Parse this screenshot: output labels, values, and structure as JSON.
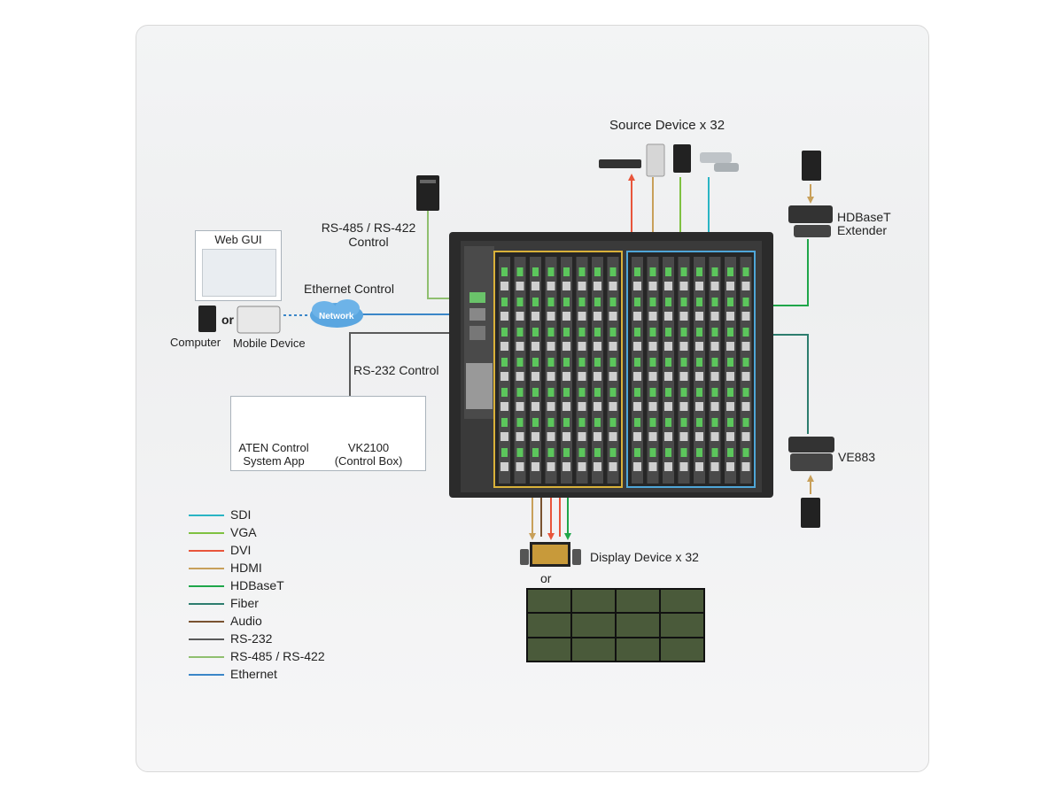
{
  "labels": {
    "source": "Source Device x 32",
    "rs485": "RS-485 / RS-422",
    "rs485_control": "Control",
    "ethernet_control": "Ethernet Control",
    "network": "Network",
    "web_gui": "Web GUI",
    "or": "or",
    "computer": "Computer",
    "mobile_device": "Mobile Device",
    "rs232_control": "RS-232 Control",
    "aten_control_1": "ATEN Control",
    "aten_control_2": "System App",
    "vk2100_1": "VK2100",
    "vk2100_2": "(Control Box)",
    "hdbaset_1": "HDBaseT",
    "hdbaset_2": "Extender",
    "ve883": "VE883",
    "display": "Display Device x 32",
    "display_or": "or"
  },
  "legend": [
    {
      "label": "SDI",
      "color": "#2ab4c4"
    },
    {
      "label": "VGA",
      "color": "#7fc141"
    },
    {
      "label": "DVI",
      "color": "#e8553b"
    },
    {
      "label": "HDMI",
      "color": "#c8a05a"
    },
    {
      "label": "HDBaseT",
      "color": "#1fa64a"
    },
    {
      "label": "Fiber",
      "color": "#2d7d6e"
    },
    {
      "label": "Audio",
      "color": "#7a5230"
    },
    {
      "label": "RS-232",
      "color": "#5a5a5a"
    },
    {
      "label": "RS-485 / RS-422",
      "color": "#8fbf6f"
    },
    {
      "label": "Ethernet",
      "color": "#3a86c8"
    }
  ]
}
